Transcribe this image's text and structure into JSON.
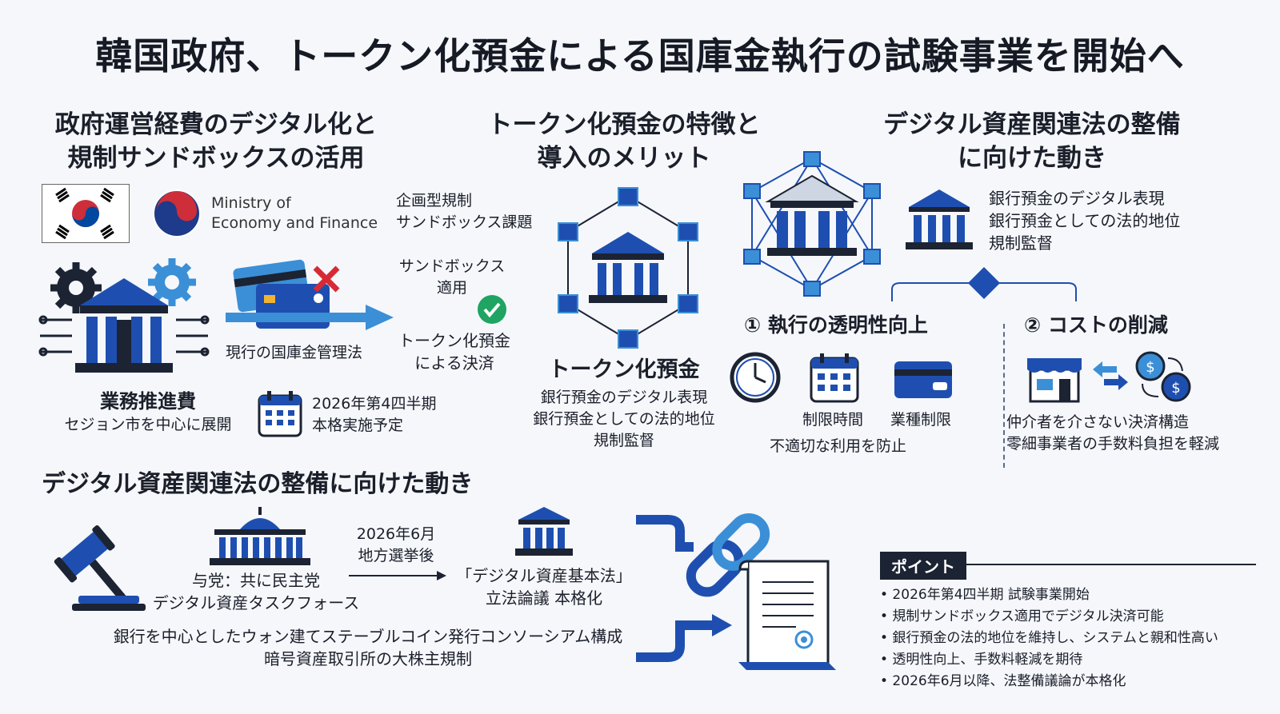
{
  "title": "韓国政府、トークン化預金による国庫金執行の試験事業を開始へ",
  "section1": {
    "heading_line1": "政府運営経費のデジタル化と",
    "heading_line2": "規制サンドボックスの活用",
    "ministry_line1": "Ministry of",
    "ministry_line2": "Economy and Finance",
    "sandbox_task_line1": "企画型規制",
    "sandbox_task_line2": "サンドボックス課題",
    "sandbox_apply_line1": "サンドボックス",
    "sandbox_apply_line2": "適用",
    "token_settle_line1": "トークン化預金",
    "token_settle_line2": "による決済",
    "current_law": "現行の国庫金管理法",
    "business_title": "業務推進費",
    "business_sub": "セジョン市を中心に展開",
    "schedule_line1": "2026年第4四半期",
    "schedule_line2": "本格実施予定"
  },
  "section2": {
    "heading_line1": "トークン化預金の特徴と",
    "heading_line2": "導入のメリット",
    "center_title": "トークン化預金",
    "features": [
      "銀行預金のデジタル表現",
      "銀行預金としての法的地位",
      "規制監督"
    ]
  },
  "section3": {
    "heading_line1": "デジタル資産関連法の整備",
    "heading_line2": "に向けた動き",
    "features": [
      "銀行預金のデジタル表現",
      "銀行預金としての法的地位",
      "規制監督"
    ],
    "benefit1_title": "① 執行の透明性向上",
    "time_limit": "制限時間",
    "industry_limit": "業種制限",
    "prevent_misuse": "不適切な利用を防止",
    "benefit2_title": "② コストの削減",
    "cost_line1": "仲介者を介さない決済構造",
    "cost_line2": "零細事業者の手数料負担を軽減"
  },
  "section4": {
    "heading": "デジタル資産関連法の整備に向けた動き",
    "party_line1": "与党：共に民主党",
    "party_line2": "デジタル資産タスクフォース",
    "election_line1": "2026年6月",
    "election_line2": "地方選挙後",
    "law_line1": "「デジタル資産基本法」",
    "law_line2": "立法論議 本格化",
    "note_line1": "銀行を中心としたウォン建てステーブルコイン発行コンソーシアム構成",
    "note_line2": "暗号資産取引所の大株主規制"
  },
  "points": {
    "label": "ポイント",
    "items": [
      "• 2026年第4四半期 試験事業開始",
      "• 規制サンドボックス適用でデジタル決済可能",
      "• 銀行預金の法的地位を維持し、システムと親和性高い",
      "• 透明性向上、手数料軽減を期待",
      "• 2026年6月以降、法整備議論が本格化"
    ]
  },
  "colors": {
    "primary": "#1e4fb0",
    "dark": "#1c2333",
    "accent": "#3b8fd6",
    "check": "#1fa463",
    "cross": "#d62b35"
  }
}
